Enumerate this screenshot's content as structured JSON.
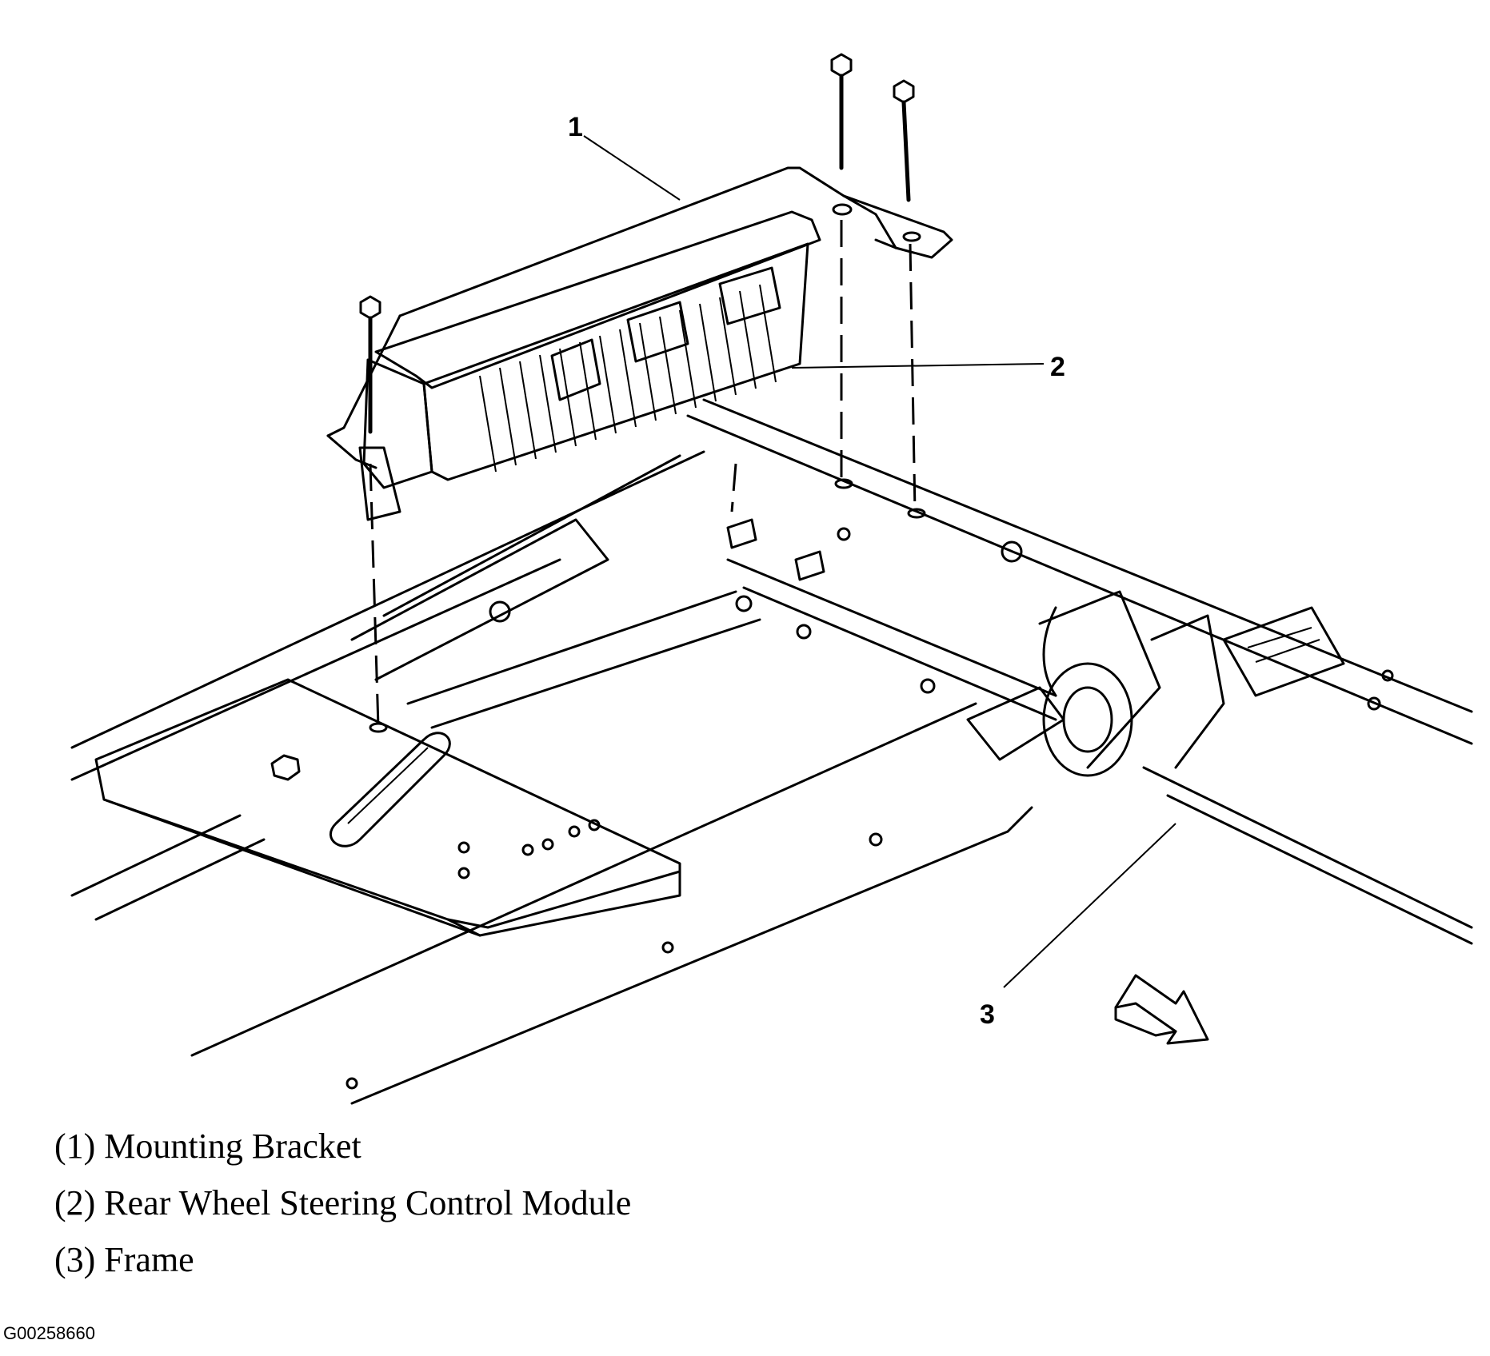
{
  "callouts": [
    {
      "number": "1",
      "part": "Mounting Bracket"
    },
    {
      "number": "2",
      "part": "Rear Wheel Steering Control Module"
    },
    {
      "number": "3",
      "part": "Frame"
    }
  ],
  "legend": [
    "(1) Mounting Bracket",
    "(2) Rear Wheel Steering Control Module",
    "(3) Frame"
  ],
  "figure_id": "G00258660",
  "icons": {
    "bolt": "bolt-icon",
    "direction_arrow": "front-direction-arrow-icon"
  }
}
